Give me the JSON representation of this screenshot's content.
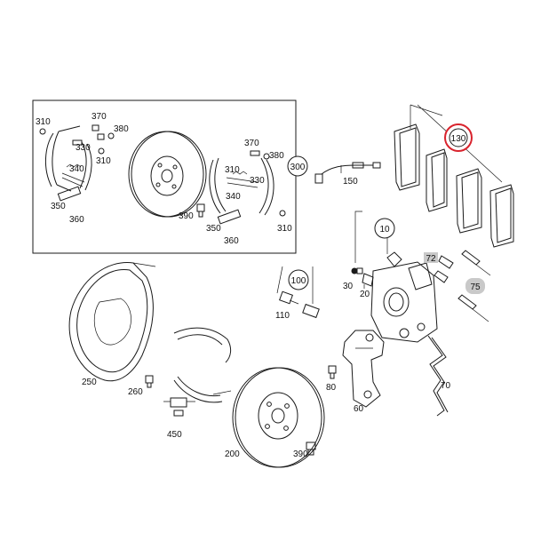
{
  "diagram": {
    "labels": {
      "l310a": "310",
      "l370a": "370",
      "l380a": "380",
      "l330a": "330",
      "l310b": "310",
      "l340a": "340",
      "l350a": "350",
      "l360a": "360",
      "l370b": "370",
      "l380b": "380",
      "l310c": "310",
      "l330b": "330",
      "l390a": "390",
      "l340b": "340",
      "l350b": "350",
      "l360b": "360",
      "l310d": "310",
      "l150": "150",
      "l30": "30",
      "l20": "20",
      "l110": "110",
      "l250": "250",
      "l260": "260",
      "l450": "450",
      "l200": "200",
      "l390b": "390",
      "l80": "80",
      "l60": "60",
      "l70": "70"
    },
    "callouts": {
      "c300": "300",
      "c130": "130",
      "c10": "10",
      "c100": "100"
    },
    "boxed": {
      "b72": "72",
      "b75": "75"
    },
    "highlight_color": "#d9232d"
  }
}
